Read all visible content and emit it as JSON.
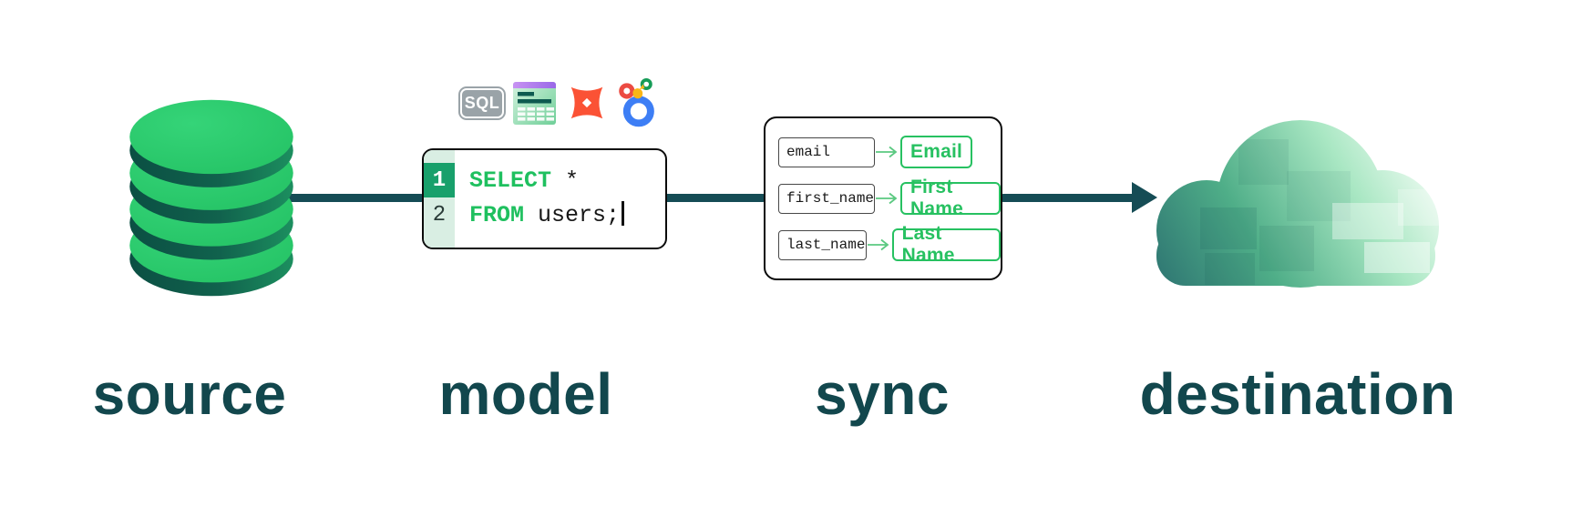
{
  "diagram": {
    "stages": [
      {
        "id": "source",
        "label": "source"
      },
      {
        "id": "model",
        "label": "model"
      },
      {
        "id": "sync",
        "label": "sync"
      },
      {
        "id": "destination",
        "label": "destination"
      }
    ],
    "model": {
      "badge_label": "SQL",
      "icons": [
        "sql-badge",
        "spreadsheet-icon",
        "dbt-icon",
        "looker-icon"
      ],
      "code_lines": [
        {
          "number": "1",
          "keyword": "SELECT",
          "rest": " *"
        },
        {
          "number": "2",
          "keyword": "FROM",
          "rest": " users;"
        }
      ]
    },
    "sync": {
      "mappings": [
        {
          "source": "email",
          "target": "Email"
        },
        {
          "source": "first_name",
          "target": "First Name"
        },
        {
          "source": "last_name",
          "target": "Last Name"
        }
      ]
    },
    "colors": {
      "brand_green": "#27c768",
      "dark_teal_text": "#12474d",
      "flow_line": "#154c55",
      "code_keyword_green": "#1fc05f",
      "gutter_highlight": "#18a06b",
      "gutter_bg": "#d9eee3",
      "mapping_green": "#27c161",
      "mapping_arrow_green": "#5bc981",
      "dbt_orange": "#fb5235",
      "looker_blue": "#3d7ef5",
      "sql_badge_gray": "#9aa3a8"
    }
  }
}
